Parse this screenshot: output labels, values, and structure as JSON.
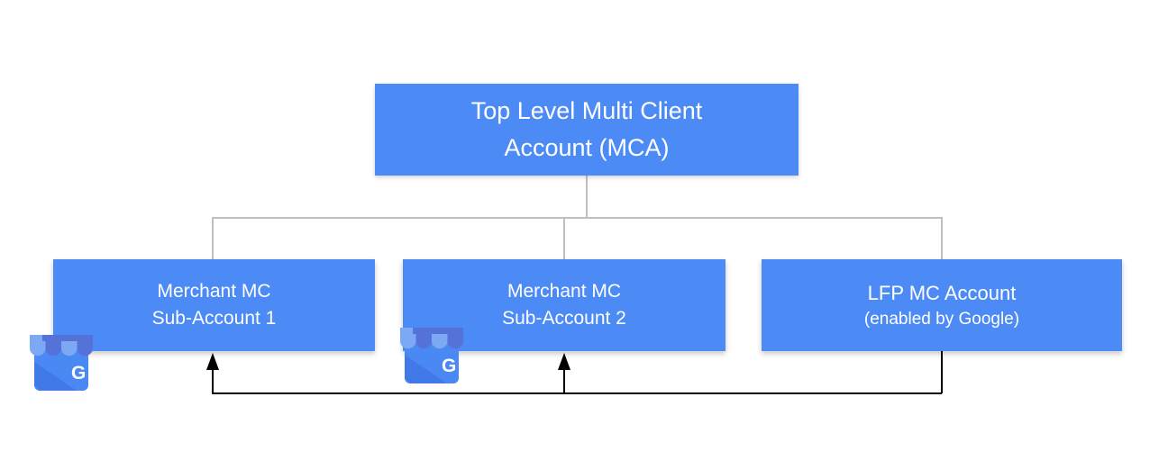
{
  "diagram": {
    "title_hint": "Merchant Center account hierarchy",
    "root_node": {
      "line1": "Top Level Multi Client",
      "line2": "Account (MCA)"
    },
    "children": [
      {
        "id": "merchant-sub-account-1",
        "line1": "Merchant MC",
        "line2": "Sub-Account 1",
        "icon": "google-my-business-icon"
      },
      {
        "id": "merchant-sub-account-2",
        "line1": "Merchant MC",
        "line2": "Sub-Account 2",
        "icon": "google-my-business-icon"
      },
      {
        "id": "lfp-mc-account",
        "line1": "LFP MC Account",
        "line2": "(enabled by Google)",
        "icon": null
      }
    ],
    "connections": {
      "tree": "Top Level MCA connects down to all three child accounts",
      "arrows": "LFP MC Account points arrows up into Merchant MC Sub-Account 1 and Merchant MC Sub-Account 2"
    },
    "colors": {
      "node_fill": "#4c8bf5",
      "node_text": "#ffffff",
      "tree_line": "#bfbfbf",
      "arrow_line": "#000000",
      "icon_light_stripe": "#7ca8f4",
      "icon_dark_stripe": "#5572d9",
      "icon_body": "#4a89f4",
      "background": "#ffffff"
    }
  }
}
